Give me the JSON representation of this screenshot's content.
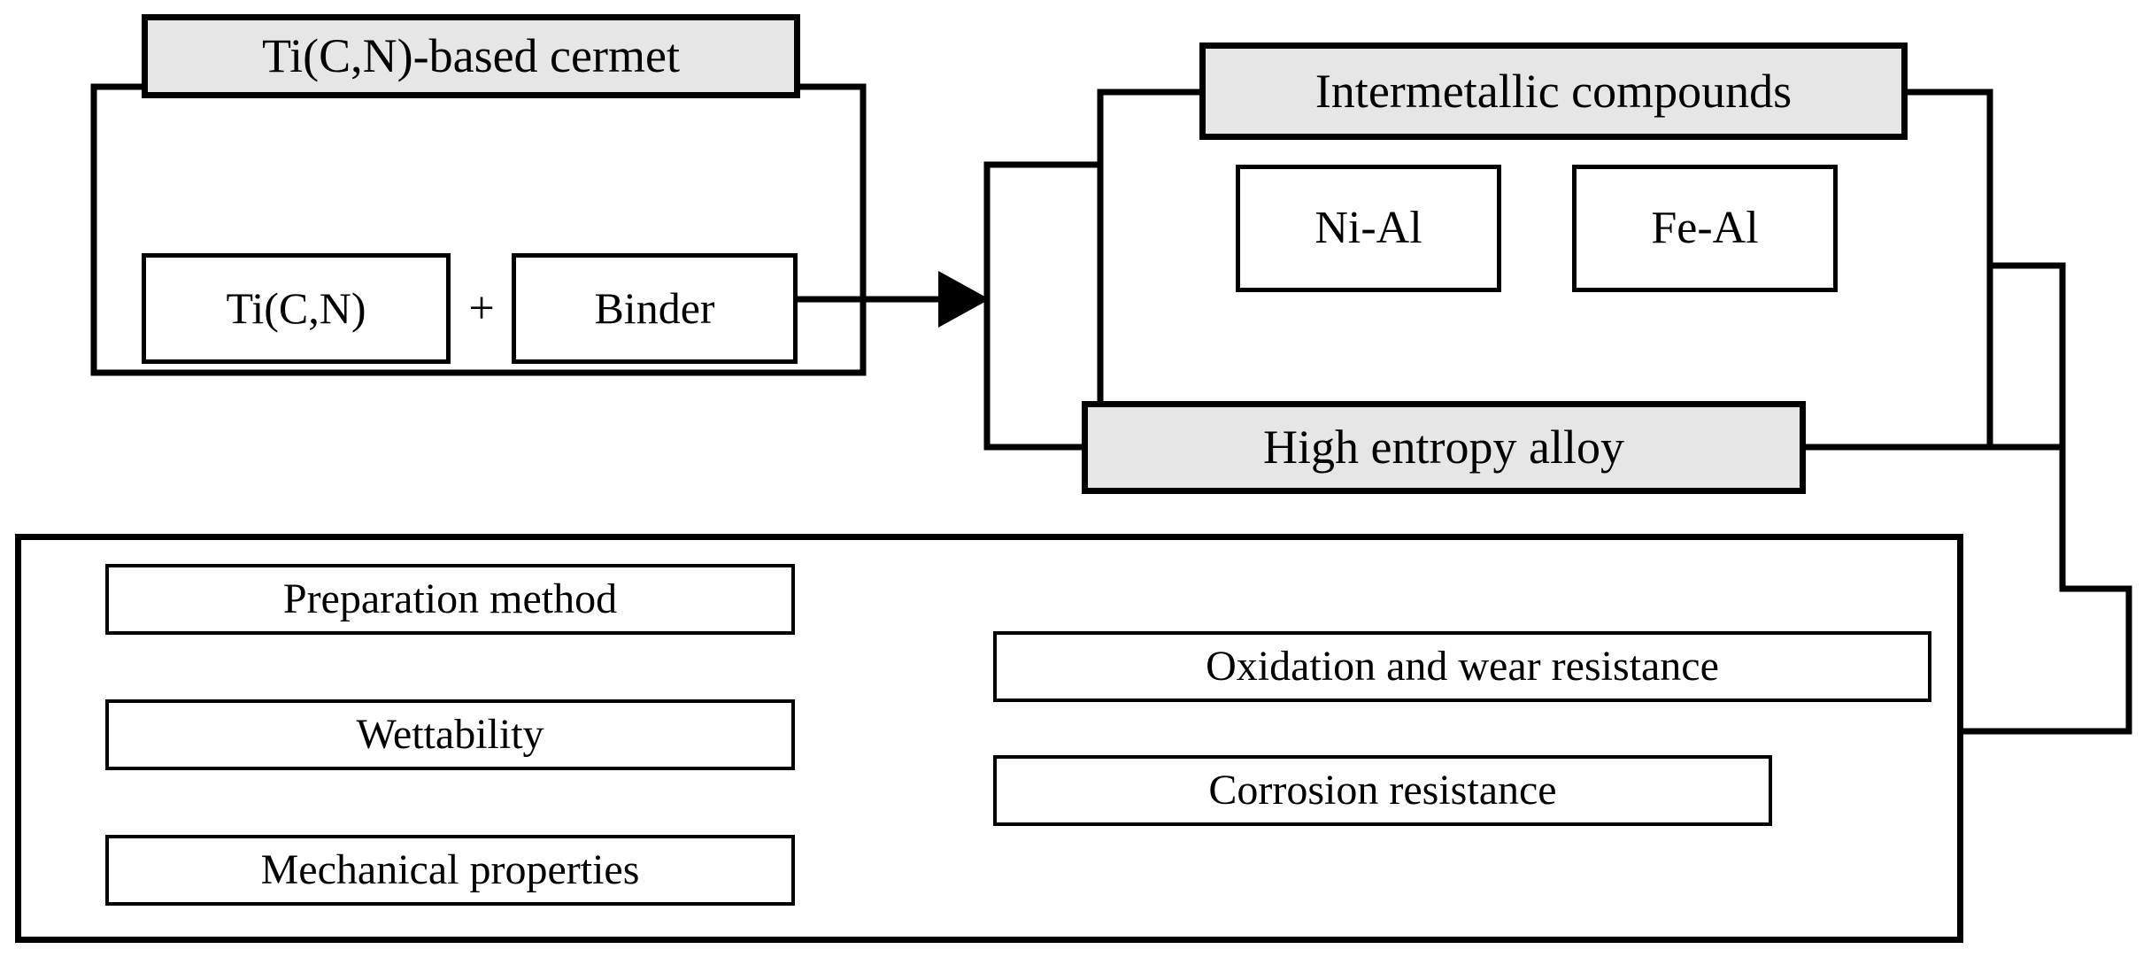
{
  "diagram": {
    "title_cermet": "Ti(C,N)-based cermet",
    "plus_symbol": "+",
    "components": [
      {
        "label": "Ti(C,N)"
      },
      {
        "label": "Binder"
      }
    ],
    "binder_group": {
      "header": "Intermetallic compounds",
      "items": [
        {
          "label": "Ni-Al"
        },
        {
          "label": "Fe-Al"
        }
      ],
      "alternative": "High entropy alloy"
    },
    "properties": {
      "left_column": [
        {
          "label": "Preparation method"
        },
        {
          "label": "Wettability"
        },
        {
          "label": "Mechanical properties"
        }
      ],
      "right_column": [
        {
          "label": "Oxidation and wear resistance"
        },
        {
          "label": "Corrosion resistance"
        }
      ]
    },
    "colors": {
      "shaded_fill": "#e6e6e6",
      "line": "#000000",
      "page_background": "#ffffff"
    }
  }
}
